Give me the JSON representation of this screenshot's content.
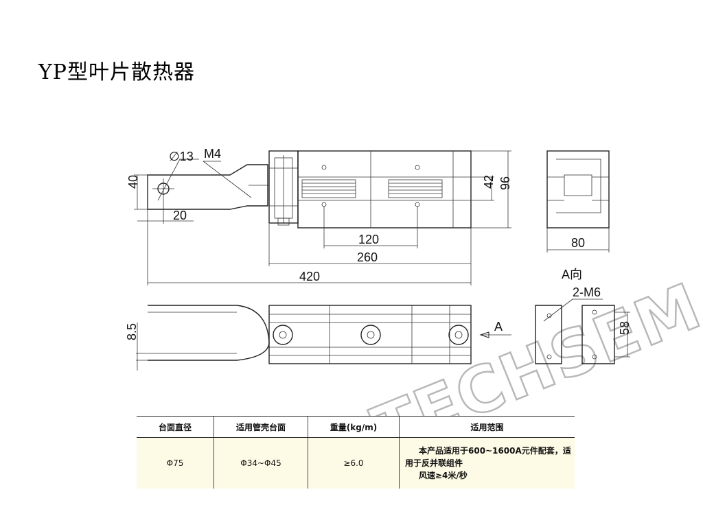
{
  "title": "YP型叶片散热器",
  "dimensions": {
    "hole_dia": "∅13",
    "thread": "M4",
    "h40": "40",
    "w20": "20",
    "pitch120": "120",
    "len260": "260",
    "len420": "420",
    "h42": "42",
    "h96": "96",
    "w80": "80",
    "h8_5": "8.5",
    "view_a": "A向",
    "holes_m6": "2-M6",
    "h58": "58",
    "arrow_a": "A"
  },
  "watermark": "TECHSEM",
  "table": {
    "headers": [
      "台面直径",
      "适用管壳台面",
      "重量(kg/m)",
      "适用范围"
    ],
    "row": {
      "dia": "Φ75",
      "case": "Φ34~Φ45",
      "weight": "≥6.0",
      "scope_line1": "本产品适用于600~1600A元件配套，适",
      "scope_line2": "用于反并联组件",
      "scope_line3": "风速≥4米/秒"
    }
  }
}
